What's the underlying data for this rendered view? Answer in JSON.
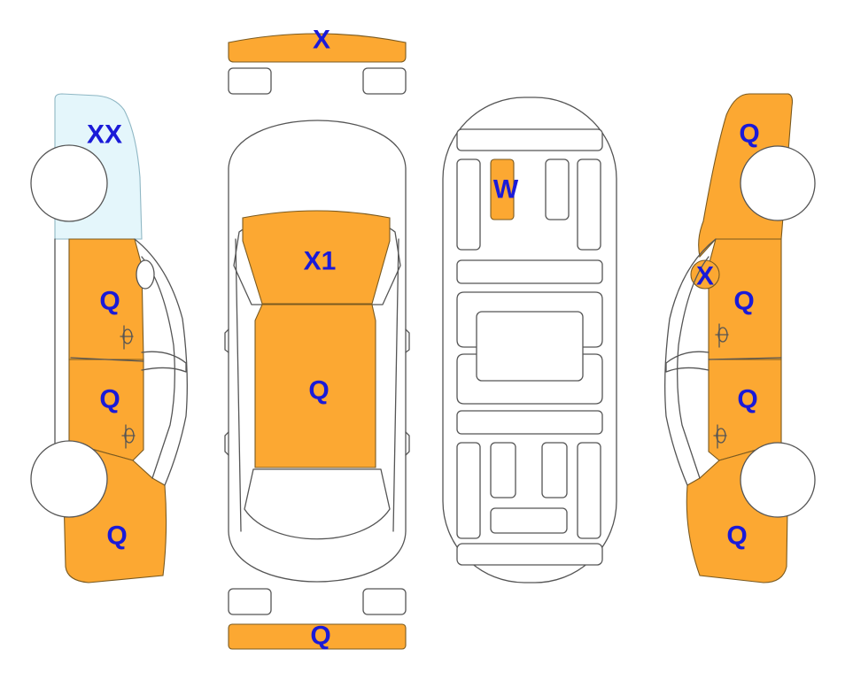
{
  "colors": {
    "damage": "#fca832",
    "glass": "#e4f6fb",
    "outline": "#555555",
    "label": "#1a1ad8"
  },
  "codes": {
    "front_bumper": "X",
    "rear_bumper": "Q",
    "hood": "X1",
    "roof": "Q",
    "trunk_interior": "W",
    "left_rear_glass": "XX",
    "left_rear_door": "Q",
    "left_front_door": "Q",
    "left_front_fender": "Q",
    "right_rear_quarter": "Q",
    "right_mirror": "X",
    "right_rear_door": "Q",
    "right_front_door": "Q",
    "right_front_fender": "Q"
  }
}
